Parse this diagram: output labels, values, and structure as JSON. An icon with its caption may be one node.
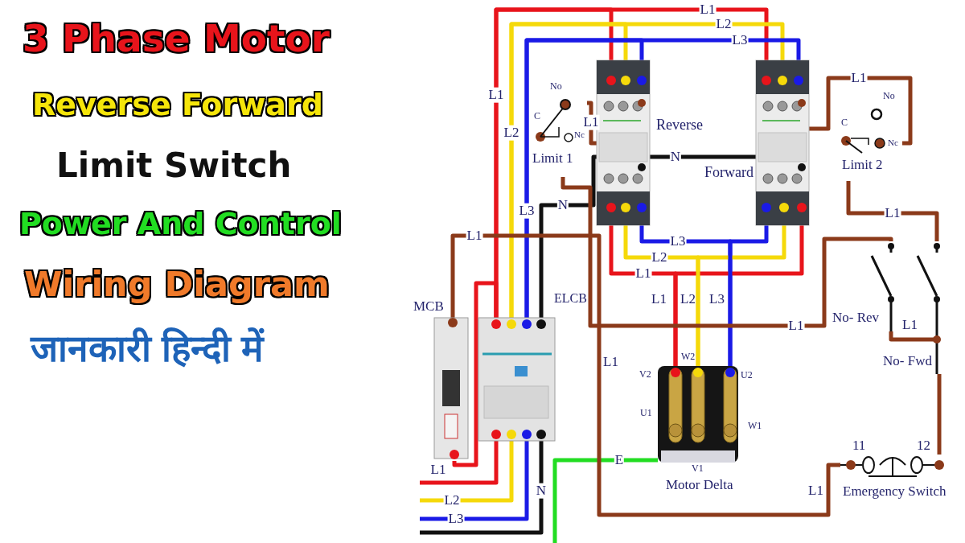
{
  "diagram": {
    "title": "3 Phase Motor",
    "nodes": [
      {
        "text": [
          "MCB"
        ]
      },
      {
        "text": [
          "ELCB"
        ]
      },
      {
        "text": [
          "Reverse"
        ]
      },
      {
        "text": [
          "Forward"
        ]
      },
      {
        "text": [
          "No",
          "C",
          "Nc",
          "Limit 1"
        ]
      },
      {
        "text": [
          "No",
          "C",
          "Nc",
          "Limit 2"
        ]
      },
      {
        "text": [
          "No- Rev"
        ]
      },
      {
        "text": [
          "No- Fwd"
        ]
      },
      {
        "text": [
          "11",
          "12",
          "Emergency Switch"
        ]
      },
      {
        "text": [
          "W2",
          "V2",
          "U2",
          "U1",
          "W1",
          "V1",
          "Motor Delta"
        ]
      }
    ],
    "edges": [
      {
        "from": null,
        "to": 1,
        "arrow": "none",
        "label": "L1",
        "color": "#e8141b"
      },
      {
        "from": null,
        "to": 1,
        "arrow": "none",
        "label": "L2",
        "color": "#f5d90a"
      },
      {
        "from": null,
        "to": 1,
        "arrow": "none",
        "label": "L3",
        "color": "#1a1ae6"
      },
      {
        "from": null,
        "to": 1,
        "arrow": "none",
        "label": "N",
        "color": "#111111"
      },
      {
        "from": null,
        "to": 9,
        "arrow": "none",
        "label": "E",
        "color": "#22dd22"
      },
      {
        "from": 1,
        "to": 0,
        "arrow": "none",
        "color": "#e8141b"
      },
      {
        "from": 1,
        "to": 2,
        "arrow": "none",
        "label": "L1",
        "color": "#e8141b"
      },
      {
        "from": 1,
        "to": 2,
        "arrow": "none",
        "label": "L2",
        "color": "#f5d90a"
      },
      {
        "from": 1,
        "to": 2,
        "arrow": "none",
        "label": "L3",
        "color": "#1a1ae6"
      },
      {
        "from": 1,
        "to": 3,
        "arrow": "none",
        "label": "L1",
        "color": "#e8141b"
      },
      {
        "from": 1,
        "to": 3,
        "arrow": "none",
        "label": "L2",
        "color": "#f5d90a"
      },
      {
        "from": 1,
        "to": 3,
        "arrow": "none",
        "label": "L3",
        "color": "#1a1ae6"
      },
      {
        "from": 2,
        "to": 9,
        "arrow": "none",
        "label": "L1",
        "color": "#e8141b"
      },
      {
        "from": 2,
        "to": 9,
        "arrow": "none",
        "label": "L2",
        "color": "#f5d90a"
      },
      {
        "from": 2,
        "to": 9,
        "arrow": "none",
        "label": "L3",
        "color": "#1a1ae6"
      },
      {
        "from": 3,
        "to": 9,
        "arrow": "none",
        "color": "#e8141b"
      },
      {
        "from": 3,
        "to": 9,
        "arrow": "none",
        "color": "#f5d90a"
      },
      {
        "from": 3,
        "to": 9,
        "arrow": "none",
        "color": "#1a1ae6"
      },
      {
        "from": 1,
        "to": 2,
        "arrow": "none",
        "label": "N",
        "color": "#111111"
      },
      {
        "from": 2,
        "to": 3,
        "arrow": "none",
        "label": "N",
        "color": "#111111"
      },
      {
        "from": 0,
        "to": 8,
        "arrow": "none",
        "label": "L1"
      },
      {
        "from": 8,
        "to": 7,
        "arrow": "none"
      },
      {
        "from": 7,
        "to": 6,
        "arrow": "none"
      },
      {
        "from": 7,
        "to": 5,
        "arrow": "none",
        "label": "L1"
      },
      {
        "from": 6,
        "to": 4,
        "arrow": "none",
        "label": "L1"
      },
      {
        "from": 4,
        "to": 2,
        "arrow": "none",
        "label": "L1"
      },
      {
        "from": 5,
        "to": 3,
        "arrow": "none",
        "label": "L1"
      }
    ],
    "labels": [
      "Reverse Forward",
      "Limit Switch",
      "Power And Control",
      "Wiring Diagram",
      "जानकारी हिन्दी में",
      "L1",
      "L2",
      "L3",
      "L1",
      "L1",
      "L1"
    ]
  }
}
